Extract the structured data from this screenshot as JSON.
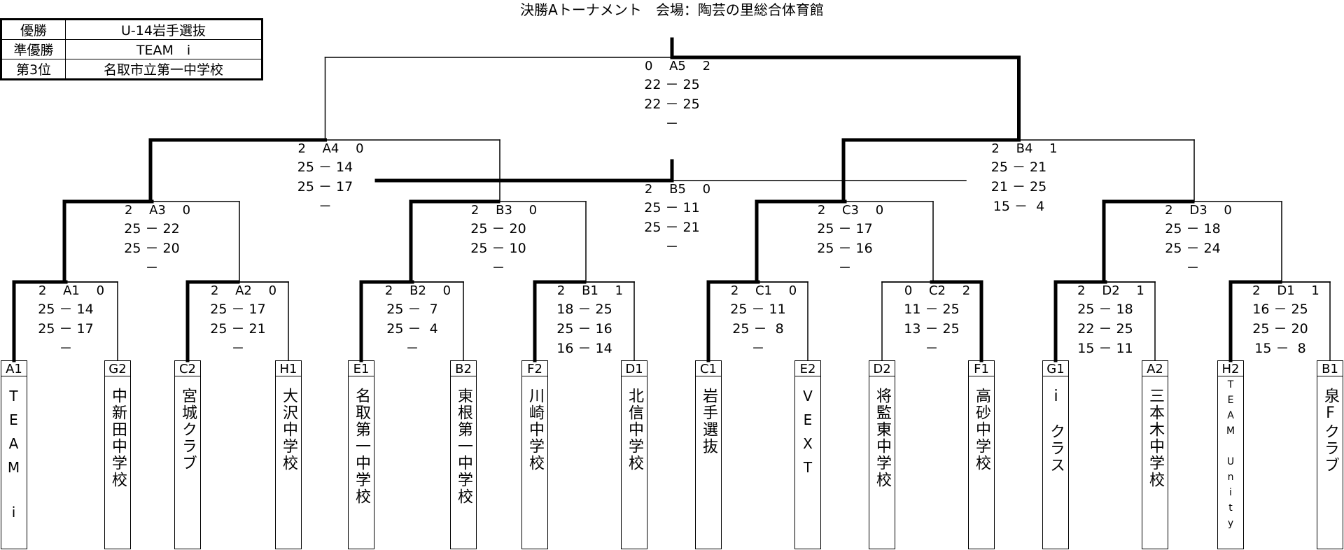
{
  "title": "決勝Aトーナメント　会場：陶芸の里総合体育館",
  "results": [
    {
      "rank": "優勝",
      "team": "U-14岩手選抜"
    },
    {
      "rank": "準優勝",
      "team": "TEAM　i"
    },
    {
      "rank": "第3位",
      "team": "名取市立第一中学校"
    }
  ],
  "teams": [
    {
      "code": "A1",
      "name": "TEAM　i"
    },
    {
      "code": "G2",
      "name": "中新田中学校"
    },
    {
      "code": "C2",
      "name": "宮城クラブ"
    },
    {
      "code": "H1",
      "name": "大沢中学校"
    },
    {
      "code": "E1",
      "name": "名取第一中学校"
    },
    {
      "code": "B2",
      "name": "東根第一中学校"
    },
    {
      "code": "F2",
      "name": "川崎中学校"
    },
    {
      "code": "D1",
      "name": "北信中学校"
    },
    {
      "code": "C1",
      "name": "岩手選抜"
    },
    {
      "code": "E2",
      "name": "VEXT"
    },
    {
      "code": "D2",
      "name": "将監東中学校"
    },
    {
      "code": "F1",
      "name": "高砂中学校"
    },
    {
      "code": "G1",
      "name": "i　クラス"
    },
    {
      "code": "A2",
      "name": "三本木中学校"
    },
    {
      "code": "H2",
      "name": "TEAM Unity"
    },
    {
      "code": "B1",
      "name": "泉Fクラブ"
    }
  ],
  "matches": [
    {
      "id": "A1",
      "left_sets": "2",
      "right_sets": "0",
      "scores": [
        "25 － 14",
        "25 － 17",
        "－"
      ]
    },
    {
      "id": "A2",
      "left_sets": "2",
      "right_sets": "0",
      "scores": [
        "25 － 17",
        "25 － 21",
        "－"
      ]
    },
    {
      "id": "B2",
      "left_sets": "2",
      "right_sets": "0",
      "scores": [
        "25 －  7",
        "25 －  4",
        "－"
      ]
    },
    {
      "id": "B1",
      "left_sets": "2",
      "right_sets": "1",
      "scores": [
        "18 － 25",
        "25 － 16",
        "16 － 14"
      ]
    },
    {
      "id": "C1",
      "left_sets": "2",
      "right_sets": "0",
      "scores": [
        "25 － 11",
        "25 －  8",
        "－"
      ]
    },
    {
      "id": "C2",
      "left_sets": "0",
      "right_sets": "2",
      "scores": [
        "11 － 25",
        "13 － 25",
        "－"
      ]
    },
    {
      "id": "D2",
      "left_sets": "2",
      "right_sets": "1",
      "scores": [
        "25 － 18",
        "22 － 25",
        "15 － 11"
      ]
    },
    {
      "id": "D1",
      "left_sets": "2",
      "right_sets": "1",
      "scores": [
        "16 － 25",
        "25 － 20",
        "15 －  8"
      ]
    },
    {
      "id": "A3",
      "left_sets": "2",
      "right_sets": "0",
      "scores": [
        "25 － 22",
        "25 － 20",
        "－"
      ]
    },
    {
      "id": "B3",
      "left_sets": "2",
      "right_sets": "0",
      "scores": [
        "25 － 20",
        "25 － 10",
        "－"
      ]
    },
    {
      "id": "C3",
      "left_sets": "2",
      "right_sets": "0",
      "scores": [
        "25 － 17",
        "25 － 16",
        "－"
      ]
    },
    {
      "id": "D3",
      "left_sets": "2",
      "right_sets": "0",
      "scores": [
        "25 － 18",
        "25 － 24",
        "－"
      ]
    },
    {
      "id": "A4",
      "left_sets": "2",
      "right_sets": "0",
      "scores": [
        "25 － 14",
        "25 － 17",
        "－"
      ]
    },
    {
      "id": "B4",
      "left_sets": "2",
      "right_sets": "1",
      "scores": [
        "25 － 21",
        "21 － 25",
        "15 －  4"
      ]
    },
    {
      "id": "B5",
      "left_sets": "2",
      "right_sets": "0",
      "scores": [
        "25 － 11",
        "25 － 21",
        "－"
      ]
    },
    {
      "id": "A5",
      "left_sets": "0",
      "right_sets": "2",
      "scores": [
        "22 － 25",
        "22 － 25",
        "－"
      ]
    }
  ]
}
